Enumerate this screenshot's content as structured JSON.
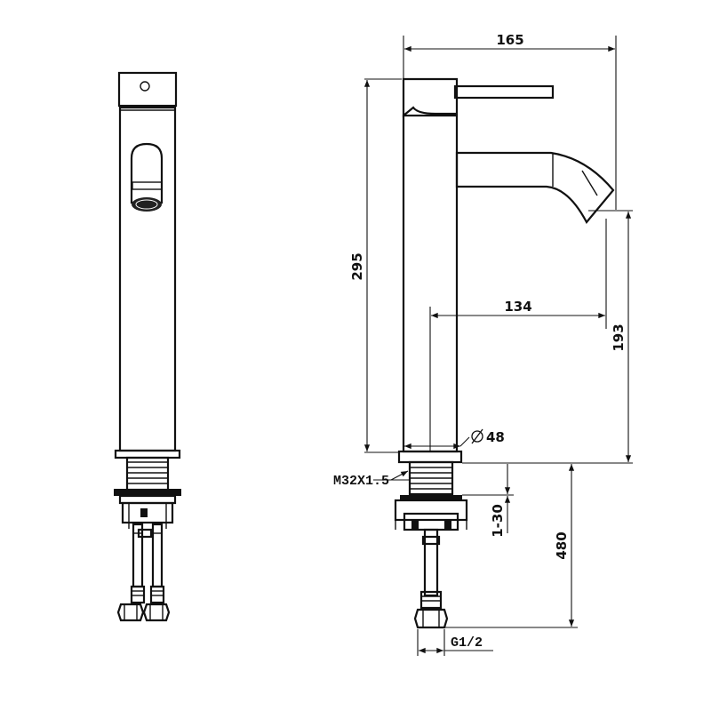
{
  "drawing": {
    "colors": {
      "ink": "#111111",
      "paper": "#ffffff"
    },
    "dimensions": {
      "overall_reach": "165",
      "overall_height": "295",
      "spout_reach_from_center": "134",
      "spout_outlet_height": "193",
      "base_diameter": "48",
      "thread": "M32X1.5",
      "deck_thickness": "1-30",
      "hose_length": "480",
      "connection": "G1/2"
    }
  }
}
